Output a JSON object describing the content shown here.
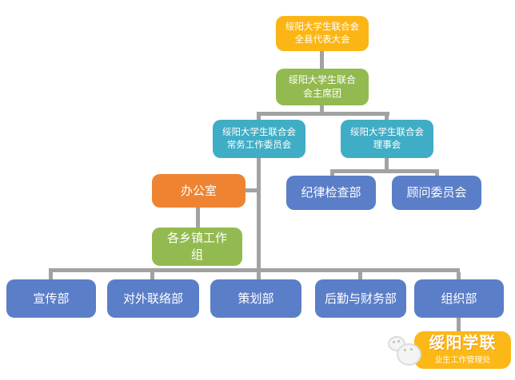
{
  "palette": {
    "yellow": "#FBB615",
    "green": "#93BA50",
    "teal": "#3FADC5",
    "orange": "#EE8432",
    "blue": "#5B7EC8",
    "connector_gray": "#A2A2A2",
    "watermark_orange": "#FCB817",
    "text": "#FFFFFF"
  },
  "chart": {
    "type": "org-chart",
    "nodes": [
      {
        "id": "congress",
        "line1": "绥阳大学生联合会",
        "line2": "全县代表大会",
        "color": "yellow"
      },
      {
        "id": "presidium",
        "line1": "绥阳大学生联合",
        "line2": "会主席团",
        "color": "green"
      },
      {
        "id": "standing-committee",
        "line1": "绥阳大学生联合会",
        "line2": "常务工作委员会",
        "color": "teal"
      },
      {
        "id": "council",
        "line1": "绥阳大学生联合会",
        "line2": "理事会",
        "color": "teal"
      },
      {
        "id": "office",
        "line1": "办公室",
        "color": "orange"
      },
      {
        "id": "township-teams",
        "line1": "各乡镇工作",
        "line2": "组",
        "color": "green"
      },
      {
        "id": "discipline",
        "line1": "纪律检查部",
        "color": "blue"
      },
      {
        "id": "advisory",
        "line1": "顾问委员会",
        "color": "blue"
      },
      {
        "id": "publicity",
        "line1": "宣传部",
        "color": "blue"
      },
      {
        "id": "external-liaison",
        "line1": "对外联络部",
        "color": "blue"
      },
      {
        "id": "planning",
        "line1": "策划部",
        "color": "blue"
      },
      {
        "id": "logistics-finance",
        "line1": "后勤与财务部",
        "color": "blue"
      },
      {
        "id": "organization",
        "line1": "组织部",
        "color": "blue"
      }
    ],
    "edges": [
      [
        "congress",
        "presidium"
      ],
      [
        "presidium",
        "standing-committee"
      ],
      [
        "presidium",
        "council"
      ],
      [
        "standing-committee",
        "office"
      ],
      [
        "office",
        "township-teams"
      ],
      [
        "council",
        "discipline"
      ],
      [
        "council",
        "advisory"
      ],
      [
        "standing-committee",
        "publicity"
      ],
      [
        "standing-committee",
        "external-liaison"
      ],
      [
        "standing-committee",
        "planning"
      ],
      [
        "standing-committee",
        "logistics-finance"
      ],
      [
        "standing-committee",
        "organization"
      ]
    ]
  },
  "watermark": {
    "title": "绥阳学联",
    "subtitle": "业生工作管理处",
    "mascot": "chat-bubbles-mascot-icon"
  }
}
